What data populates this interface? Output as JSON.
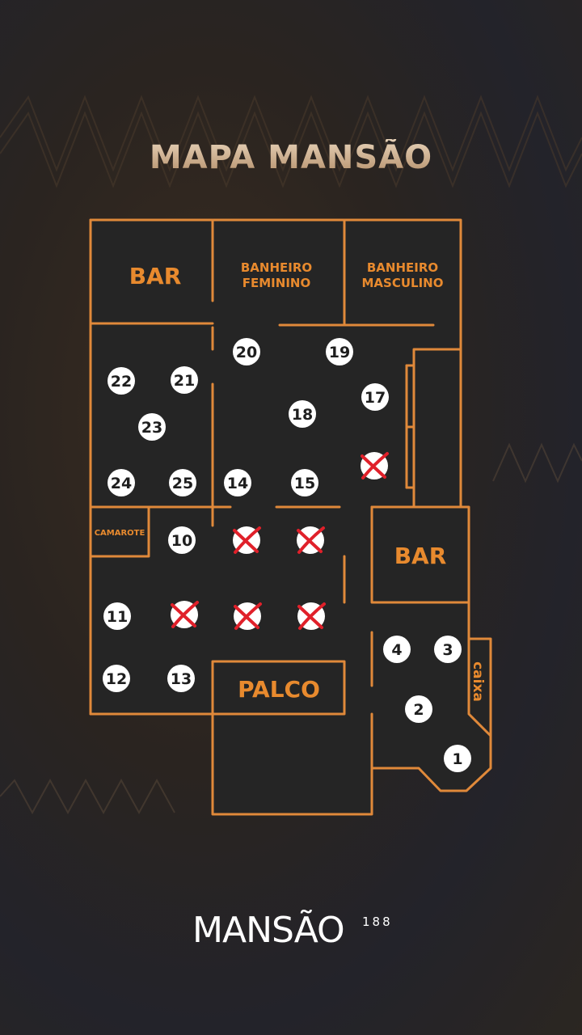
{
  "title": "MAPA MANSÃO",
  "rooms": {
    "bar_top": "BAR",
    "bathroom_female": [
      "BANHEIRO",
      "FEMININO"
    ],
    "bathroom_male": [
      "BANHEIRO",
      "MASCULINO"
    ],
    "bar_right": "BAR",
    "camarote": "CAMAROTE",
    "stage": "PALCO",
    "cashier": "caixa"
  },
  "seats": [
    {
      "label": "1",
      "taken": false
    },
    {
      "label": "2",
      "taken": false
    },
    {
      "label": "3",
      "taken": false
    },
    {
      "label": "4",
      "taken": false
    },
    {
      "label": "",
      "taken": true
    },
    {
      "label": "",
      "taken": true
    },
    {
      "label": "",
      "taken": true
    },
    {
      "label": "",
      "taken": true
    },
    {
      "label": "",
      "taken": true
    },
    {
      "label": "10",
      "taken": false
    },
    {
      "label": "11",
      "taken": false
    },
    {
      "label": "12",
      "taken": false
    },
    {
      "label": "13",
      "taken": false
    },
    {
      "label": "14",
      "taken": false
    },
    {
      "label": "15",
      "taken": false
    },
    {
      "label": "",
      "taken": true
    },
    {
      "label": "17",
      "taken": false
    },
    {
      "label": "18",
      "taken": false
    },
    {
      "label": "19",
      "taken": false
    },
    {
      "label": "20",
      "taken": false
    },
    {
      "label": "21",
      "taken": false
    },
    {
      "label": "22",
      "taken": false
    },
    {
      "label": "23",
      "taken": false
    },
    {
      "label": "24",
      "taken": false
    },
    {
      "label": "25",
      "taken": false
    }
  ],
  "colors": {
    "outline": "#e0893a",
    "label": "#e88a2e",
    "floor": "#262626",
    "taken_mark": "#e0202a"
  },
  "brand": {
    "logo": "MANSÃO",
    "logo_suffix": "188"
  }
}
